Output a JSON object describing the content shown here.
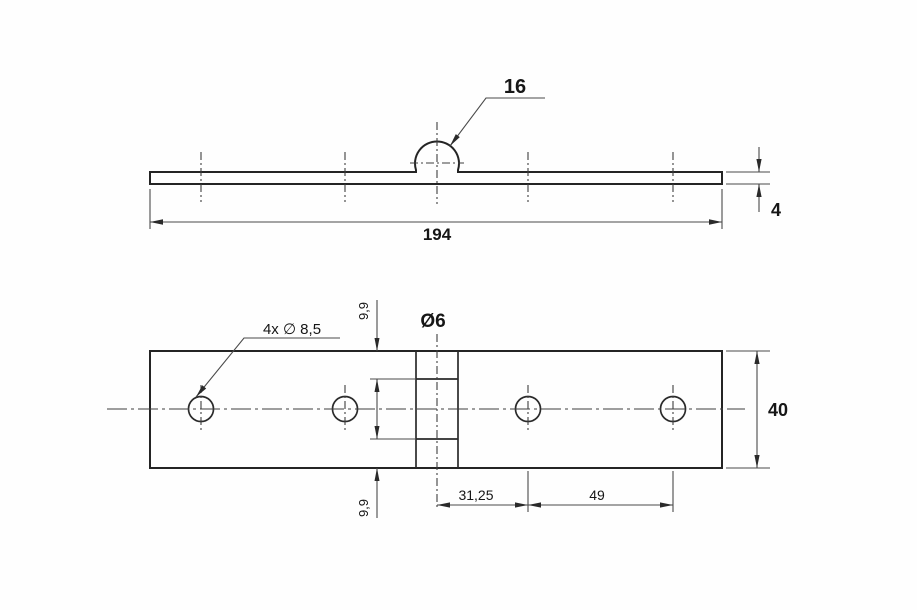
{
  "page": {
    "background": "#fefefe",
    "line_color": "#2a2a2a",
    "text_color": "#161616"
  },
  "drawing": {
    "kind": "hinge two-view technical drawing",
    "side_view": {
      "knuckle_width_label": "16",
      "length_label": "194",
      "thickness_label": "4"
    },
    "plan_view": {
      "hole_note_label": "4x ∅ 8,5",
      "pin_diameter_label": "Ø6",
      "edge_offset_top_label": "9,9",
      "edge_offset_bottom_label": "9,9",
      "center_to_hole_label": "31,25",
      "hole_pitch_label": "49",
      "plate_width_label": "40"
    }
  }
}
